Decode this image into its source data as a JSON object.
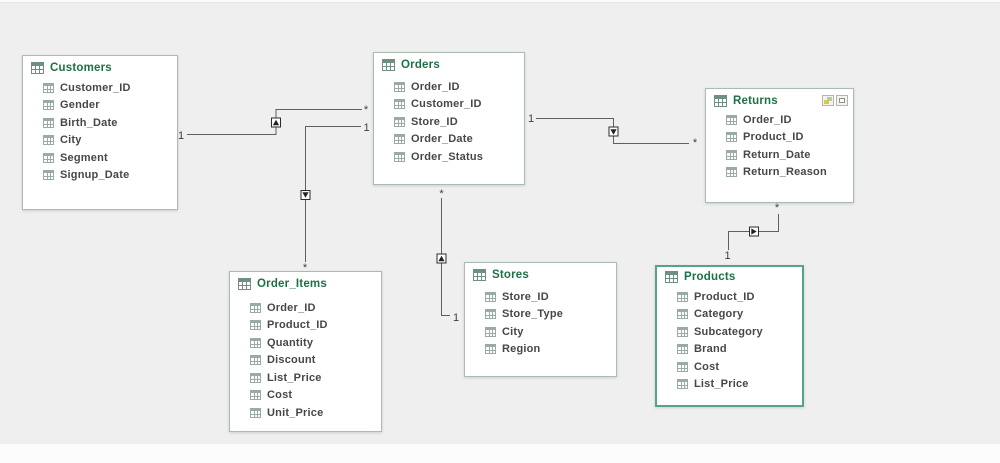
{
  "canvas": {
    "colors": {
      "background": "#efeff0",
      "table_fill": "#ffffff",
      "table_border": "#aabbaf",
      "selected_table_border": "#57a383",
      "header_text_green": "#1e7145",
      "field_text": "#474747",
      "relationship_line": "#5f5f5f"
    }
  },
  "tables": {
    "customers": {
      "title": "Customers",
      "fields": [
        "Customer_ID",
        "Gender",
        "Birth_Date",
        "City",
        "Segment",
        "Signup_Date"
      ]
    },
    "orders": {
      "title": "Orders",
      "fields": [
        "Order_ID",
        "Customer_ID",
        "Store_ID",
        "Order_Date",
        "Order_Status"
      ]
    },
    "returns": {
      "title": "Returns",
      "fields": [
        "Order_ID",
        "Product_ID",
        "Return_Date",
        "Return_Reason"
      ],
      "header_icons": [
        "table-properties-icon",
        "maximize-icon"
      ]
    },
    "order_items": {
      "title": "Order_Items",
      "fields": [
        "Order_ID",
        "Product_ID",
        "Quantity",
        "Discount",
        "List_Price",
        "Cost",
        "Unit_Price"
      ]
    },
    "stores": {
      "title": "Stores",
      "fields": [
        "Store_ID",
        "Store_Type",
        "City",
        "Region"
      ]
    },
    "products": {
      "title": "Products",
      "fields": [
        "Product_ID",
        "Category",
        "Subcategory",
        "Brand",
        "Cost",
        "List_Price"
      ],
      "selected": true
    }
  },
  "relationships": [
    {
      "from": "Customers",
      "to": "Orders",
      "one": "1",
      "many": "*"
    },
    {
      "from": "Orders",
      "to": "Order_Items",
      "one": "1",
      "many": "*"
    },
    {
      "from": "Stores",
      "to": "Orders",
      "one": "1",
      "many": "*"
    },
    {
      "from": "Orders",
      "to": "Returns",
      "one": "1",
      "many": "*"
    },
    {
      "from": "Products",
      "to": "Returns",
      "one": "1",
      "many": "*"
    }
  ]
}
